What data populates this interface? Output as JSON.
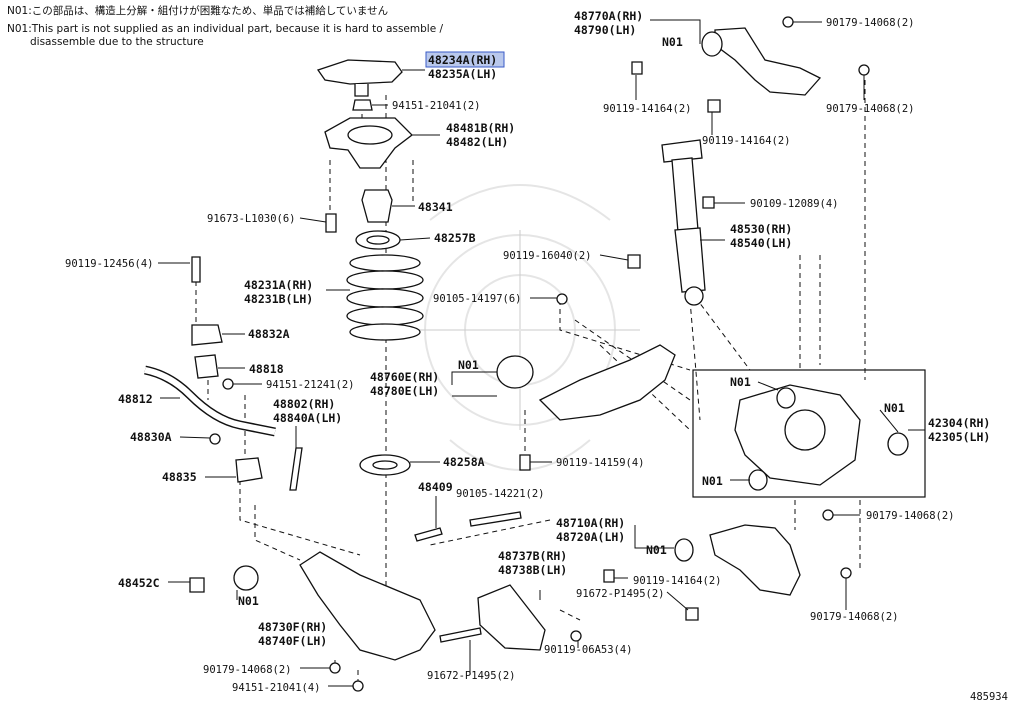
{
  "notes": {
    "jp": "N01:この部品は、構造上分解・組付けが困難なため、単品では補給していません",
    "en_line1": "N01:This part is not supplied as an individual part, because it is hard to assemble /",
    "en_line2": "disassemble due to the structure"
  },
  "diagram_id": "485934",
  "labels": {
    "p48234": [
      "48234A(RH)",
      "48235A(LH)"
    ],
    "p94151_top": "94151-21041(2)",
    "p48481": [
      "48481B(RH)",
      "48482(LH)"
    ],
    "p91673": "91673-L1030(6)",
    "p48341": "48341",
    "p48257": "48257B",
    "p90119_12456": "90119-12456(4)",
    "p48231": [
      "48231A(RH)",
      "48231B(LH)"
    ],
    "p48832": "48832A",
    "p48818": "48818",
    "p94151_mid": "94151-21241(2)",
    "p48812": "48812",
    "p48802": [
      "48802(RH)",
      "48840A(LH)"
    ],
    "p48830": "48830A",
    "p48835": "48835",
    "p48258": "48258A",
    "p48409": "48409",
    "p90105_14221": "90105-14221(2)",
    "p48452": "48452C",
    "p48730": [
      "48730F(RH)",
      "48740F(LH)"
    ],
    "p90179_bl": "90179-14068(2)",
    "p94151_bl": "94151-21041(4)",
    "p91672_b": "91672-P1495(2)",
    "p48737": [
      "48737B(RH)",
      "48738B(LH)"
    ],
    "p90119_06a53": "90119-06A53(4)",
    "p48760": [
      "48760E(RH)",
      "48780E(LH)"
    ],
    "p90119_14159": "90119-14159(4)",
    "p90105_14197": "90105-14197(6)",
    "p90119_16040": "90119-16040(2)",
    "p48770": [
      "48770A(RH)",
      "48790(LH)"
    ],
    "p90179_tr1": "90179-14068(2)",
    "p90119_14164_a": "90119-14164(2)",
    "p90119_14164_b": "90119-14164(2)",
    "p90179_tr2": "90179-14068(2)",
    "p90109": "90109-12089(4)",
    "p48530": [
      "48530(RH)",
      "48540(LH)"
    ],
    "p42304": [
      "42304(RH)",
      "42305(LH)"
    ],
    "p48710": [
      "48710A(RH)",
      "48720A(LH)"
    ],
    "p90179_r1": "90179-14068(2)",
    "p90119_14164_c": "90119-14164(2)",
    "p91672_r": "91672-P1495(2)",
    "p90179_r2": "90179-14068(2)",
    "n01": "N01"
  }
}
